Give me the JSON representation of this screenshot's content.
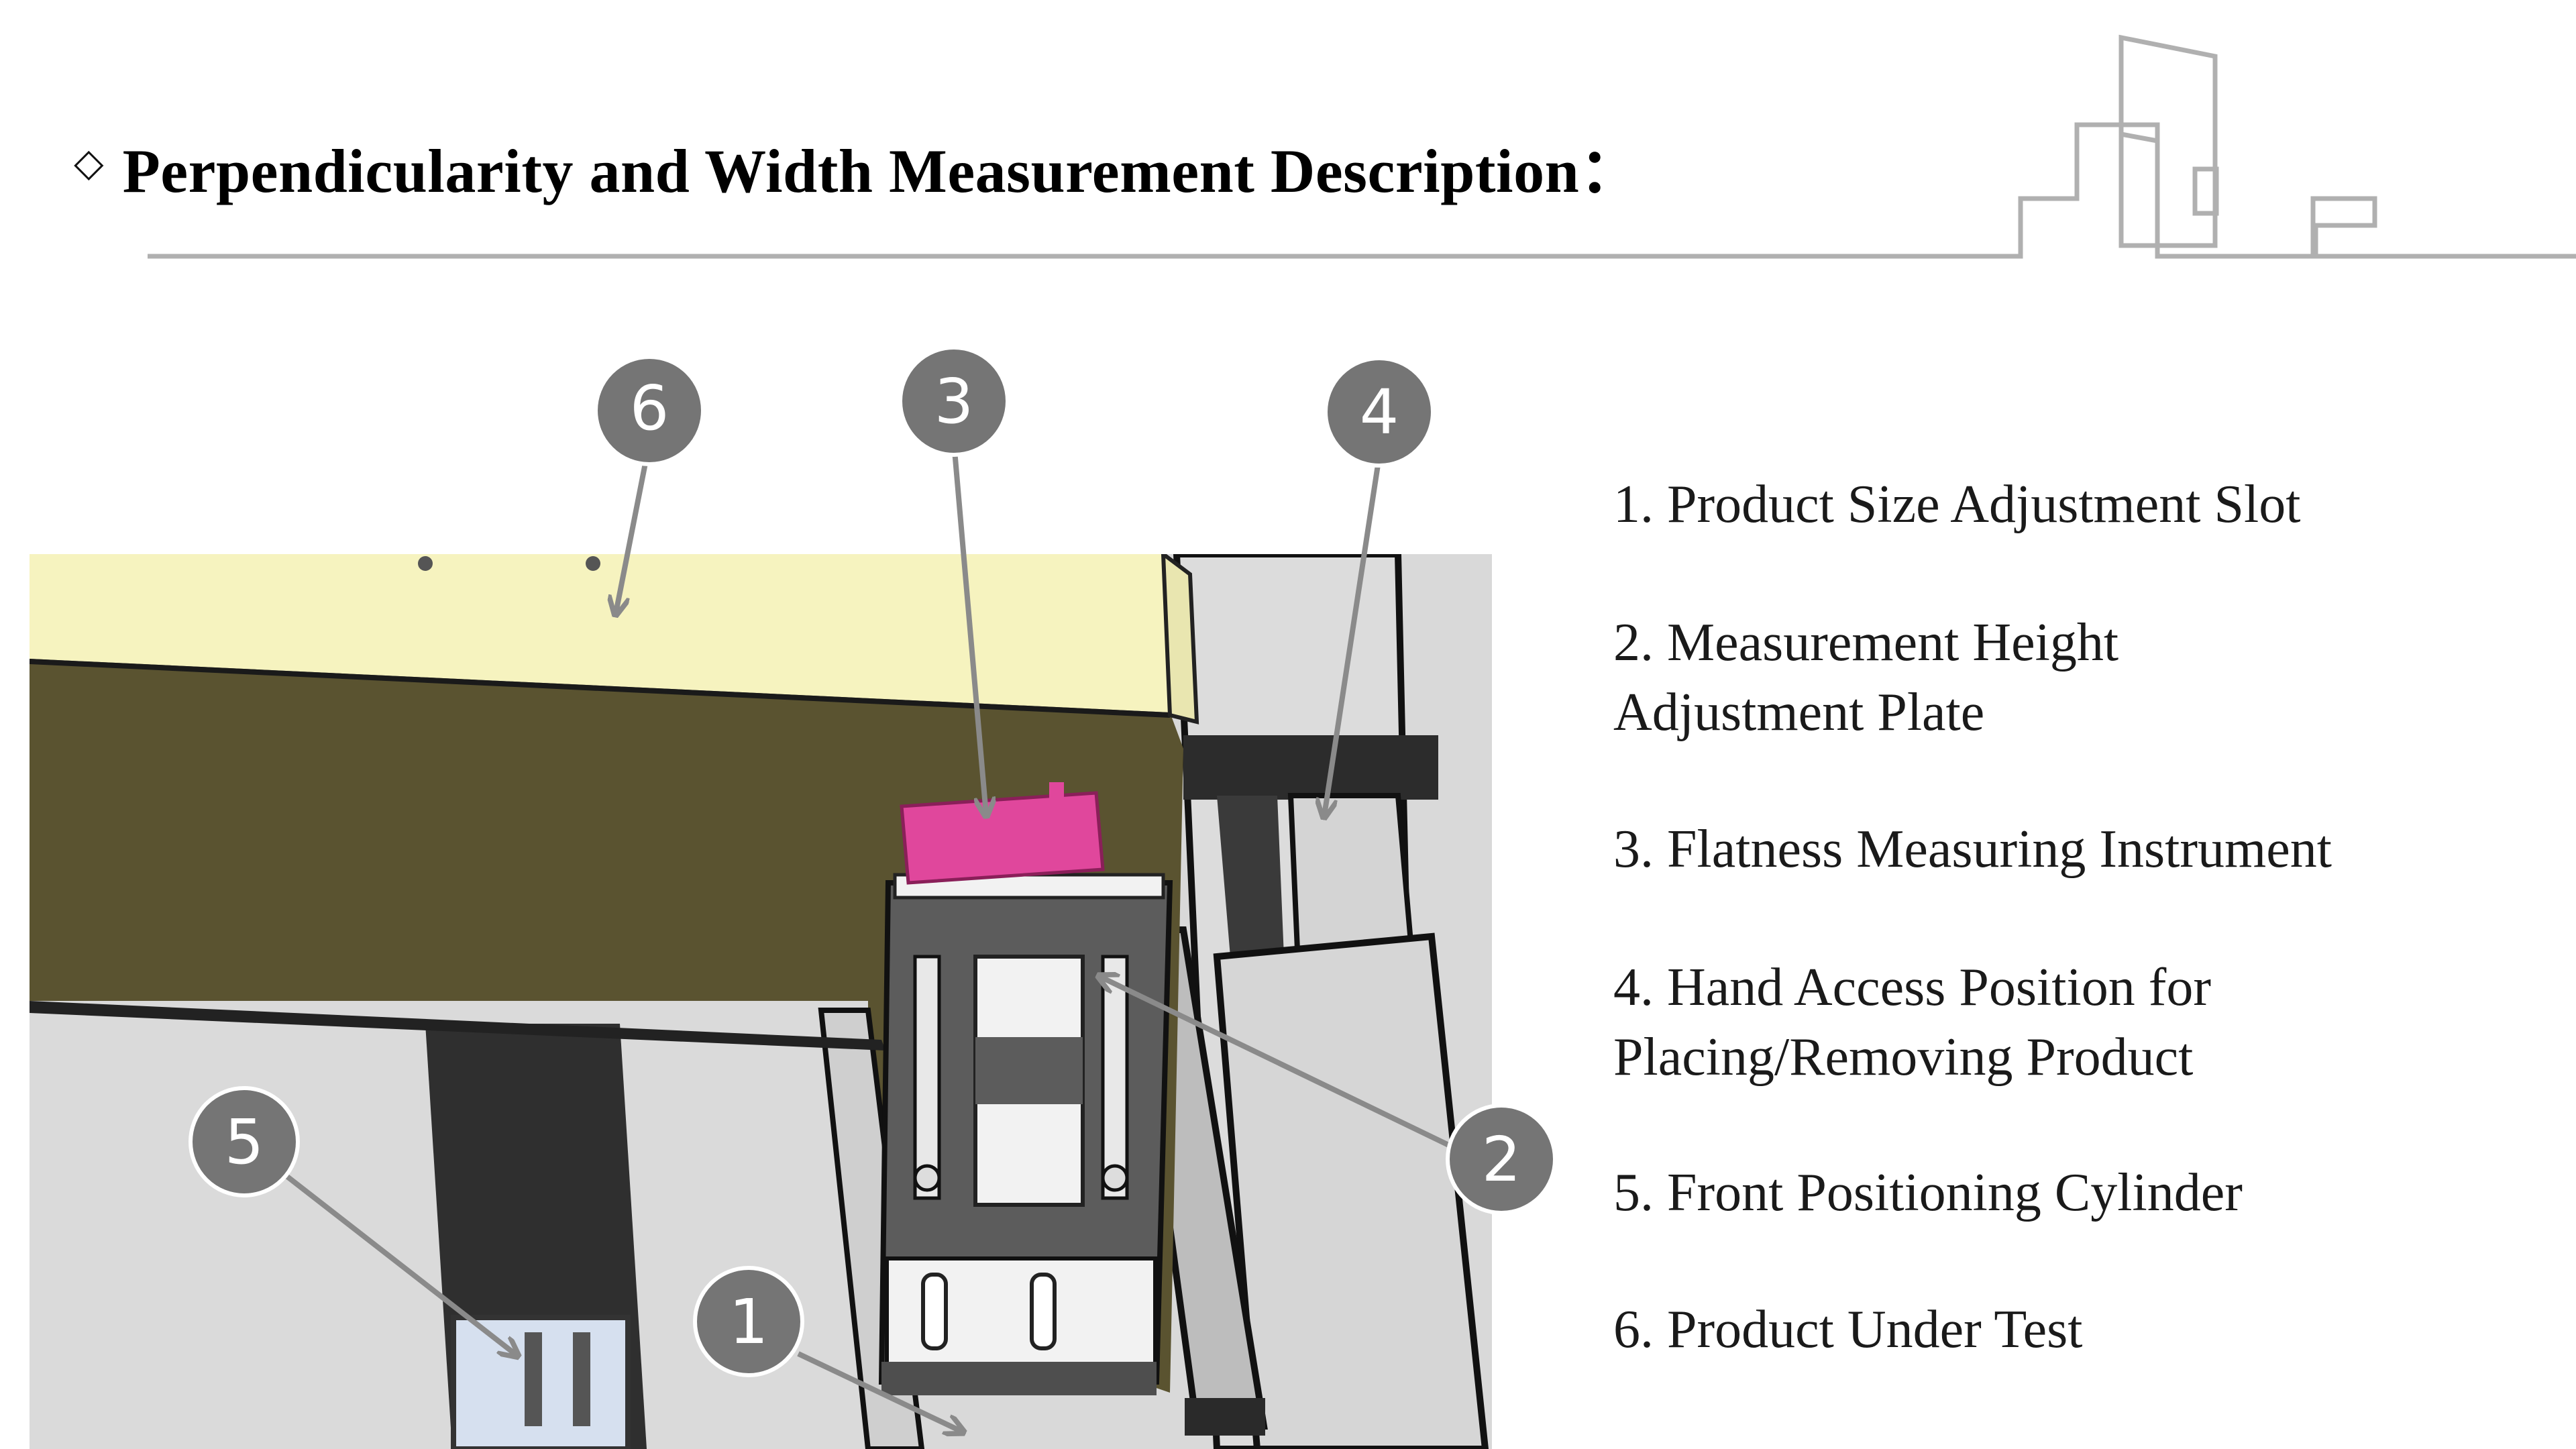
{
  "header": {
    "bullet": "◇",
    "title": "Perpendicularity and Width Measurement Description："
  },
  "figure": {
    "callouts": [
      "1",
      "2",
      "3",
      "4",
      "5",
      "6"
    ],
    "colors": {
      "product": "#f6f3bf",
      "product_side": "#5a5330",
      "instrument": "#e0479c",
      "callout": "#757575",
      "metal": "#5c5c5c",
      "bg_grey": "#d9d9d9"
    }
  },
  "legend": {
    "items": [
      {
        "lines": [
          "1. Product Size Adjustment Slot"
        ]
      },
      {
        "lines": [
          "2. Measurement Height",
          "Adjustment Plate"
        ]
      },
      {
        "lines": [
          "3. Flatness Measuring Instrument"
        ]
      },
      {
        "lines": [
          "4. Hand Access Position for",
          "Placing/Removing Product"
        ]
      },
      {
        "lines": [
          "5. Front Positioning Cylinder"
        ]
      },
      {
        "lines": [
          "6. Product Under Test"
        ]
      }
    ]
  }
}
